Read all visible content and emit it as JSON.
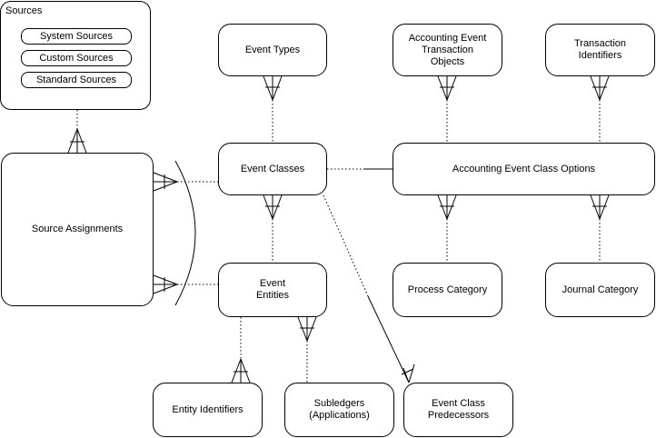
{
  "sources": {
    "title": "Sources",
    "items": [
      "System Sources",
      "Custom  Sources",
      "Standard Sources"
    ]
  },
  "entities": {
    "source_assignments": "Source Assignments",
    "event_types": "Event Types",
    "event_classes": "Event  Classes",
    "event_entities": "Event\nEntities",
    "accounting_event_transaction_objects": "Accounting Event\nTransaction\nObjects",
    "transaction_identifiers": "Transaction\nIdentifiers",
    "accounting_event_class_options": "Accounting Event Class Options",
    "process_category": "Process Category",
    "journal_category": "Journal Category",
    "entity_identifiers": "Entity Identifiers",
    "subledgers": "Subledgers\n(Applications)",
    "event_class_predecessors": "Event Class\nPredecessors"
  }
}
